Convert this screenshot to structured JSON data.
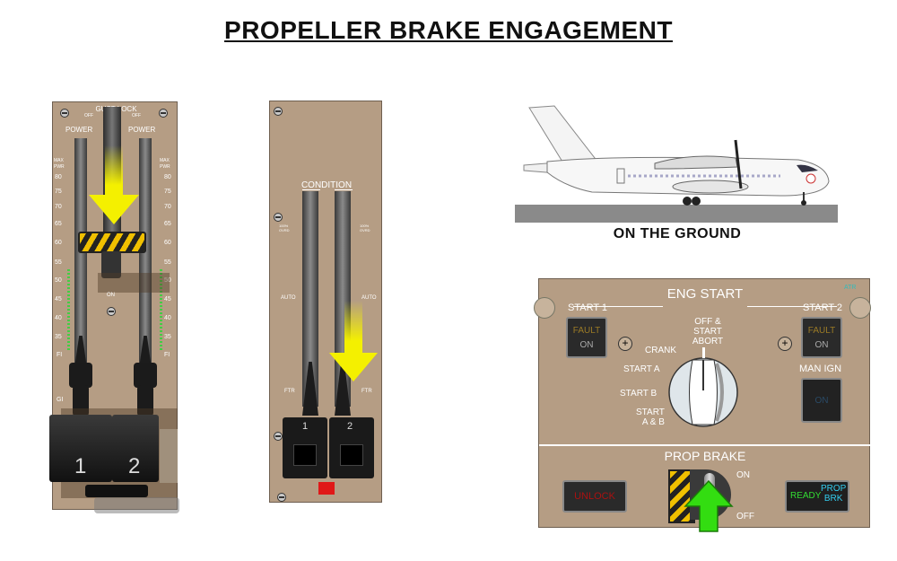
{
  "title": "PROPELLER BRAKE ENGAGEMENT",
  "power_quadrant": {
    "gust_lock_label": "GUST LOCK",
    "gust_lock_off_left": "OFF",
    "gust_lock_off_right": "OFF",
    "power_left": "POWER",
    "power_right": "POWER",
    "max_pwr": "MAX PWR",
    "scale": [
      "80",
      "75",
      "70",
      "65",
      "60",
      "55",
      "50",
      "45",
      "40",
      "35"
    ],
    "fi_label": "FI",
    "gi_label": "GI",
    "on_label": "ON",
    "lever_1": "1",
    "lever_2": "2"
  },
  "condition_quadrant": {
    "title": "CONDITION",
    "ovrd_label": "100% OVRD",
    "auto_label": "AUTO",
    "ftr_label": "FTR",
    "lever_1": "1",
    "lever_2": "2"
  },
  "aircraft": {
    "caption": "ON THE GROUND"
  },
  "eng_start": {
    "title": "ENG START",
    "corner_code": "ATR",
    "start1": "START 1",
    "start2": "START 2",
    "fault": "FAULT",
    "on": "ON",
    "man_ign": "MAN IGN",
    "man_ign_on": "ON",
    "crank": "CRANK",
    "start_a": "START A",
    "start_b": "START B",
    "start_ab_line1": "START",
    "start_ab_line2": "A & B",
    "off_start_abort_1": "OFF &",
    "off_start_abort_2": "START",
    "off_start_abort_3": "ABORT",
    "prop_brake": "PROP BRAKE",
    "unlock": "UNLOCK",
    "switch_on": "ON",
    "switch_off": "OFF",
    "ready": "READY",
    "prop_brk_1": "PROP",
    "prop_brk_2": "BRK"
  },
  "colors": {
    "panel": "#b59d84",
    "arrow_yellow": "#f4f000",
    "arrow_green": "#33dd11",
    "fault_amber": "#b08020",
    "unlock_red": "#aa1111",
    "ready_green": "#33dd33",
    "prop_brk_cyan": "#33ccee"
  }
}
